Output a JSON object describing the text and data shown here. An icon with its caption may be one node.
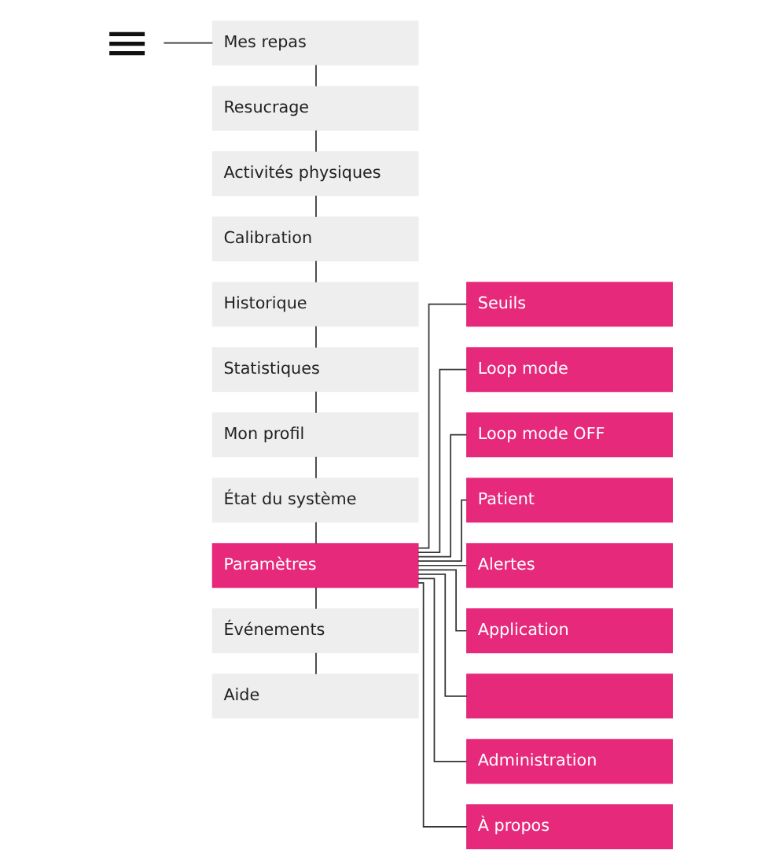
{
  "diagram": {
    "nodes": [
      {
        "text": [],
        "shape": "picture"
      },
      {
        "text": [
          "Mes repas"
        ]
      },
      {
        "text": [
          "Resucrage"
        ]
      },
      {
        "text": [
          "Activités physiques"
        ]
      },
      {
        "text": [
          "Calibration"
        ]
      },
      {
        "text": [
          "Historique"
        ]
      },
      {
        "text": [
          "Statistiques"
        ]
      },
      {
        "text": [
          "Mon profil"
        ]
      },
      {
        "text": [
          "État du système"
        ]
      },
      {
        "text": [
          "Paramètres"
        ]
      },
      {
        "text": [
          "Événements"
        ]
      },
      {
        "text": [
          "Aide"
        ]
      },
      {
        "text": [
          "Seuils"
        ]
      },
      {
        "text": [
          "Loop mode"
        ]
      },
      {
        "text": [
          "Loop mode OFF"
        ]
      },
      {
        "text": [
          "Patient"
        ]
      },
      {
        "text": [
          "Alertes"
        ]
      },
      {
        "text": [
          "Application"
        ]
      },
      {
        "text": [],
        "shape": "box"
      },
      {
        "text": [
          "Administration"
        ]
      },
      {
        "text": [
          "À propos"
        ]
      }
    ],
    "edges": [
      {
        "from": 0,
        "to": 1,
        "arrow": "none"
      },
      {
        "from": 1,
        "to": 2,
        "arrow": "none"
      },
      {
        "from": 2,
        "to": 3,
        "arrow": "none"
      },
      {
        "from": 3,
        "to": 4,
        "arrow": "none"
      },
      {
        "from": 4,
        "to": 5,
        "arrow": "none"
      },
      {
        "from": 5,
        "to": 6,
        "arrow": "none"
      },
      {
        "from": 6,
        "to": 7,
        "arrow": "none"
      },
      {
        "from": 7,
        "to": 8,
        "arrow": "none"
      },
      {
        "from": 8,
        "to": 9,
        "arrow": "none"
      },
      {
        "from": 9,
        "to": 10,
        "arrow": "none"
      },
      {
        "from": 10,
        "to": 11,
        "arrow": "none"
      },
      {
        "from": 9,
        "to": 12,
        "arrow": "none"
      },
      {
        "from": 9,
        "to": 13,
        "arrow": "none"
      },
      {
        "from": 9,
        "to": 14,
        "arrow": "none"
      },
      {
        "from": 9,
        "to": 15,
        "arrow": "none"
      },
      {
        "from": 9,
        "to": 16,
        "arrow": "none"
      },
      {
        "from": 9,
        "to": 17,
        "arrow": "none"
      },
      {
        "from": 9,
        "to": 18,
        "arrow": "none"
      },
      {
        "from": 9,
        "to": 19,
        "arrow": "none"
      },
      {
        "from": 9,
        "to": 20,
        "arrow": "none"
      }
    ]
  }
}
